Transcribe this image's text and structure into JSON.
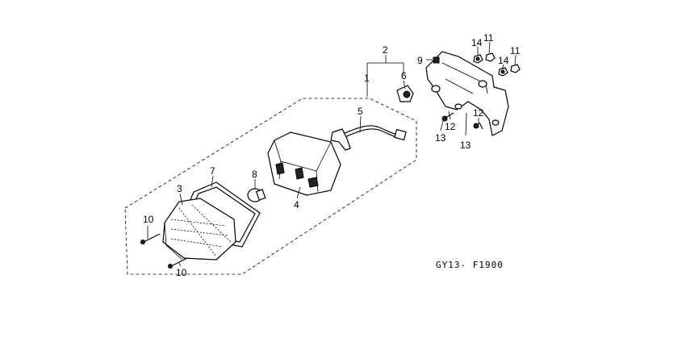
{
  "diagram": {
    "code": "GY13- F1900",
    "callouts": [
      "1",
      "2",
      "3",
      "4",
      "5",
      "6",
      "7",
      "8",
      "9",
      "10",
      "10",
      "11",
      "11",
      "12",
      "12",
      "13",
      "13",
      "14",
      "14"
    ]
  }
}
